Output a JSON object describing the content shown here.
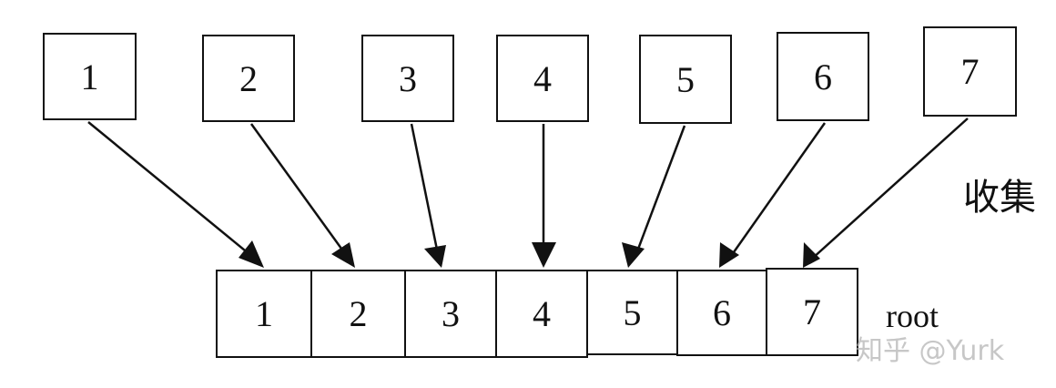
{
  "top_nodes": [
    "1",
    "2",
    "3",
    "4",
    "5",
    "6",
    "7"
  ],
  "root_cells": [
    "1",
    "2",
    "3",
    "4",
    "5",
    "6",
    "7"
  ],
  "collect_label": "收集",
  "root_label": "root",
  "watermark": "知乎 @Yurk"
}
